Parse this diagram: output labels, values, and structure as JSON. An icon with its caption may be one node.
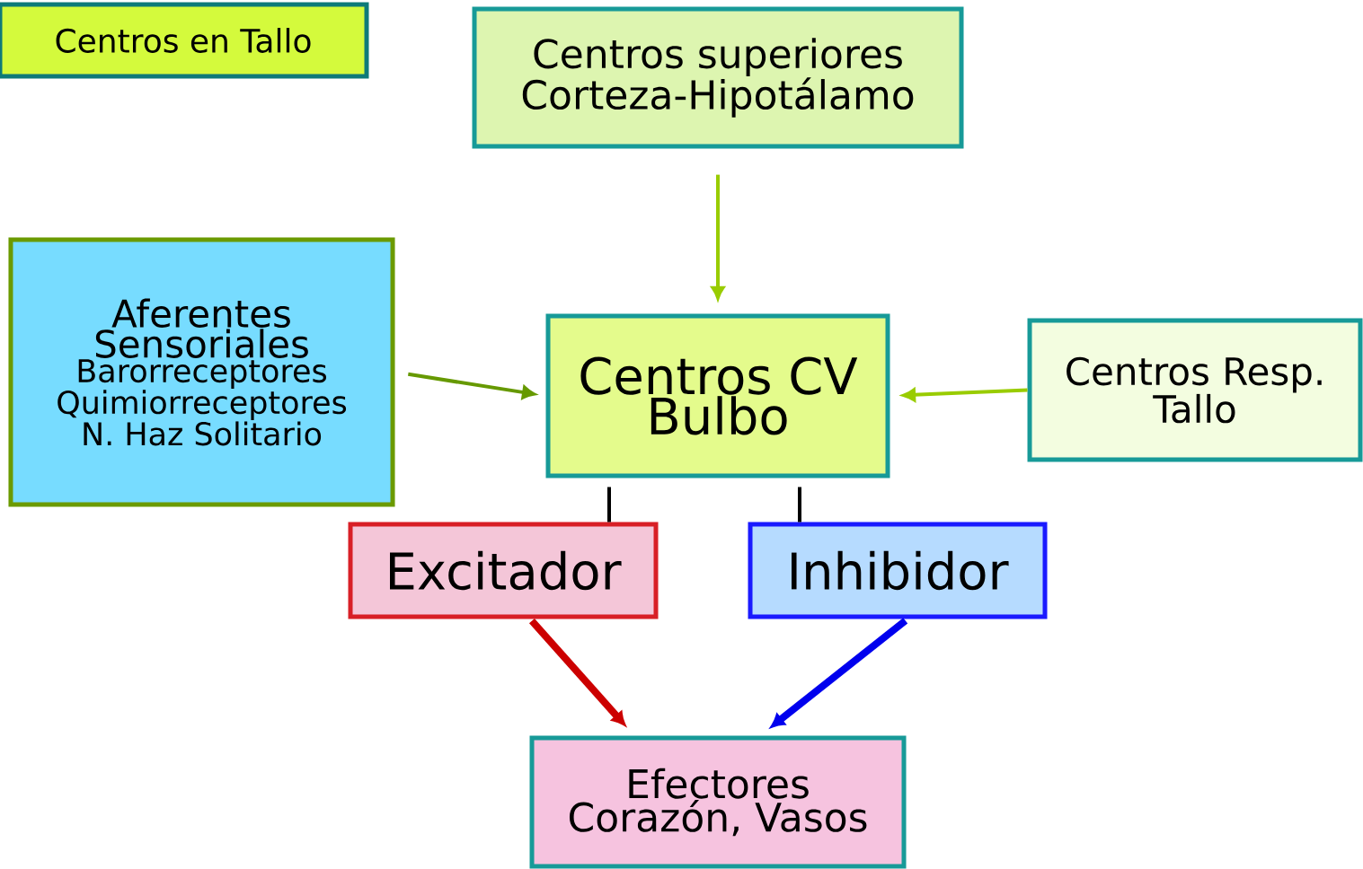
{
  "diagram": {
    "nodes": [
      {
        "text": [
          "Centros en Tallo"
        ]
      },
      {
        "text": [
          "Centros superiores",
          "Corteza-Hipotálamo"
        ]
      },
      {
        "text": [
          "Aferentes",
          "Sensoriales",
          "Barorreceptores",
          "Quimiorreceptores",
          "N. Haz Solitario"
        ]
      },
      {
        "text": [
          "Centros CV",
          "Bulbo"
        ]
      },
      {
        "text": [
          "Centros Resp.",
          "Tallo"
        ]
      },
      {
        "text": [
          "Excitador"
        ]
      },
      {
        "text": [
          "Inhibidor"
        ]
      },
      {
        "text": [
          "Efectores",
          "Corazón, Vasos"
        ]
      }
    ],
    "edges": [
      {
        "from": 1,
        "to": 3,
        "arrow": "to",
        "color": "#99cc00"
      },
      {
        "from": 2,
        "to": 3,
        "arrow": "to",
        "color": "#669900"
      },
      {
        "from": 4,
        "to": 3,
        "arrow": "to",
        "color": "#99cc00"
      },
      {
        "from": 3,
        "to": 5,
        "arrow": "none",
        "color": "#000000"
      },
      {
        "from": 3,
        "to": 6,
        "arrow": "none",
        "color": "#000000"
      },
      {
        "from": 5,
        "to": 7,
        "arrow": "to",
        "style": "thick",
        "color": "#cc0000"
      },
      {
        "from": 6,
        "to": 7,
        "arrow": "to",
        "style": "thick",
        "color": "#0000ee"
      }
    ]
  }
}
